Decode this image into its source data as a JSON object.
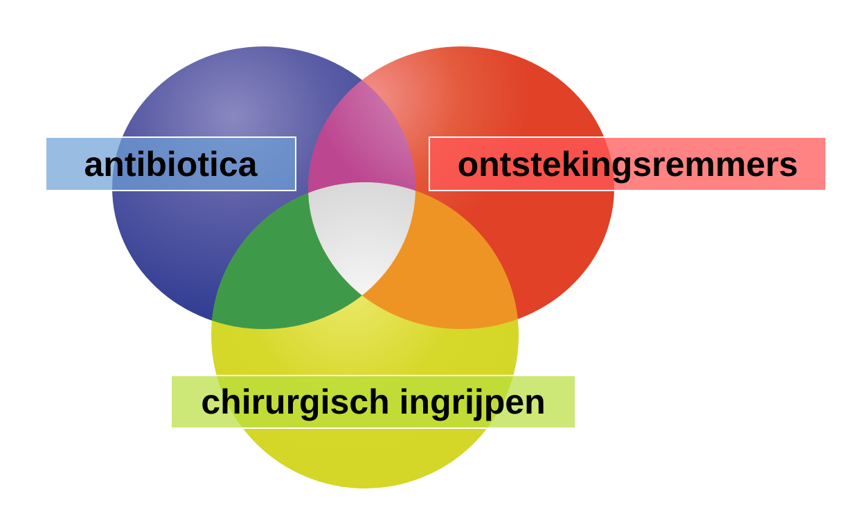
{
  "diagram": {
    "type": "venn",
    "sets": [
      {
        "id": "antibiotica",
        "label": "antibiotica",
        "color": "#333f94",
        "highlight": "#8a88c0",
        "label_bg": "#6da0d6"
      },
      {
        "id": "ontstekingsremmers",
        "label": "ontstekingsremmers",
        "color": "#e04127",
        "highlight": "#f2908a",
        "label_bg": "#ff7b7b"
      },
      {
        "id": "chirurgisch_ingrijpen",
        "label": "chirurgisch ingrijpen",
        "color": "#d4d627",
        "highlight": "#ece86a",
        "label_bg": "#c9e27a"
      }
    ],
    "intersections": [
      {
        "sets": [
          "antibiotica",
          "ontstekingsremmers"
        ],
        "color": "#bc4690"
      },
      {
        "sets": [
          "antibiotica",
          "chirurgisch_ingrijpen"
        ],
        "color": "#3e9a48"
      },
      {
        "sets": [
          "ontstekingsremmers",
          "chirurgisch_ingrijpen"
        ],
        "color": "#ee9424"
      },
      {
        "sets": [
          "antibiotica",
          "ontstekingsremmers",
          "chirurgisch_ingrijpen"
        ],
        "color": "#cfcfcf"
      }
    ]
  }
}
